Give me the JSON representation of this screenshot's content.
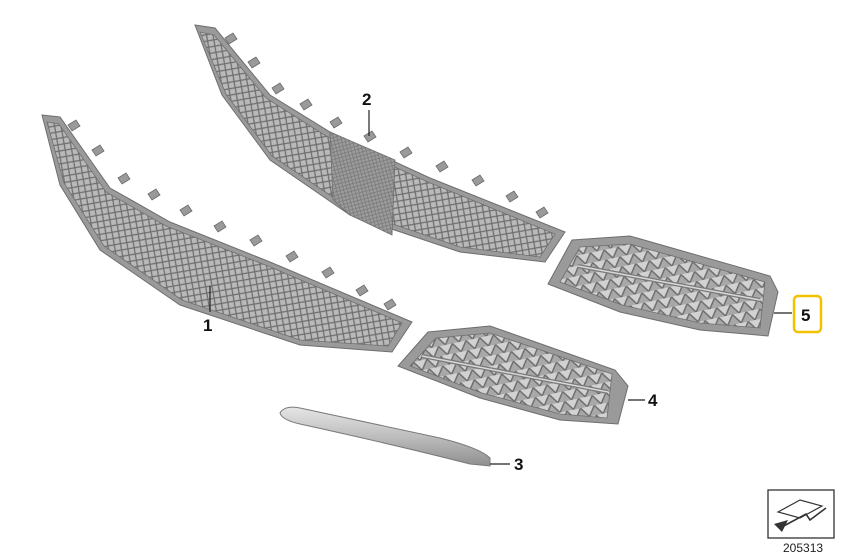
{
  "diagram": {
    "callouts": [
      {
        "id": "1",
        "label": "1"
      },
      {
        "id": "2",
        "label": "2"
      },
      {
        "id": "3",
        "label": "3"
      },
      {
        "id": "4",
        "label": "4"
      },
      {
        "id": "5",
        "label": "5"
      }
    ],
    "highlight_callout": "5",
    "highlight_color": "#f2c200",
    "reference_number": "205313",
    "reference_icon": "arrow-to-plane-icon"
  }
}
